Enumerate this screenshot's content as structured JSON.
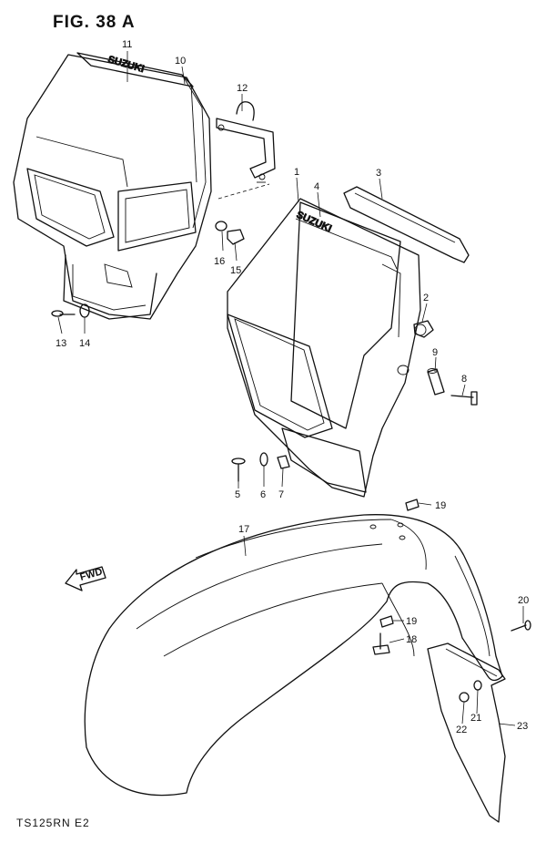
{
  "figure": {
    "title": "FIG. 38 A",
    "footer": "TS125RN  E2"
  },
  "decals": {
    "upper": "SUZUKI",
    "lower": "SUZUKI"
  },
  "fwd_arrow": {
    "label": "FWD"
  },
  "callouts": [
    "1",
    "2",
    "3",
    "4",
    "5",
    "6",
    "7",
    "8",
    "9",
    "10",
    "11",
    "12",
    "13",
    "14",
    "15",
    "16",
    "17",
    "18",
    "19",
    "19",
    "20",
    "21",
    "22",
    "23"
  ]
}
